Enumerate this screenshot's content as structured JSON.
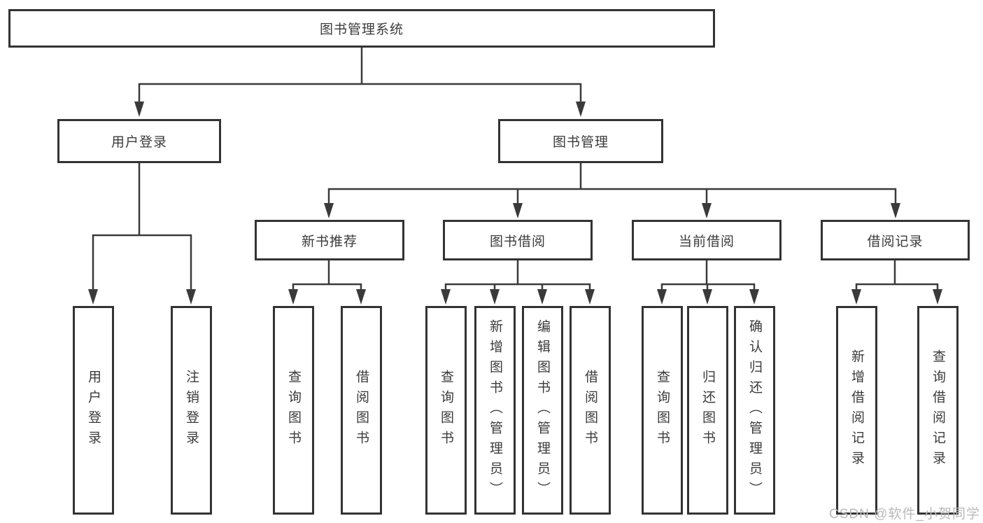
{
  "watermark": "CSDN @软件_小贺同学",
  "colors": {
    "line": "#3a3a3a",
    "box_border": "#333333",
    "text": "#3b3b3b",
    "watermark": "#b9b9b9",
    "background": "#ffffff"
  },
  "tree": {
    "root": {
      "label": "图书管理系统"
    },
    "children": [
      {
        "label": "用户登录",
        "children": [
          {
            "label": "用户登录"
          },
          {
            "label": "注销登录"
          }
        ]
      },
      {
        "label": "图书管理",
        "children": [
          {
            "label": "新书推荐",
            "children": [
              {
                "label": "查询图书"
              },
              {
                "label": "借阅图书"
              }
            ]
          },
          {
            "label": "图书借阅",
            "children": [
              {
                "label": "查询图书"
              },
              {
                "label": "新增图书（管理员）"
              },
              {
                "label": "编辑图书（管理员）"
              },
              {
                "label": "借阅图书"
              }
            ]
          },
          {
            "label": "当前借阅",
            "children": [
              {
                "label": "查询图书"
              },
              {
                "label": "归还图书"
              },
              {
                "label": "确认归还（管理员）"
              }
            ]
          },
          {
            "label": "借阅记录",
            "children": [
              {
                "label": "新增借阅记录"
              },
              {
                "label": "查询借阅记录"
              }
            ]
          }
        ]
      }
    ]
  }
}
